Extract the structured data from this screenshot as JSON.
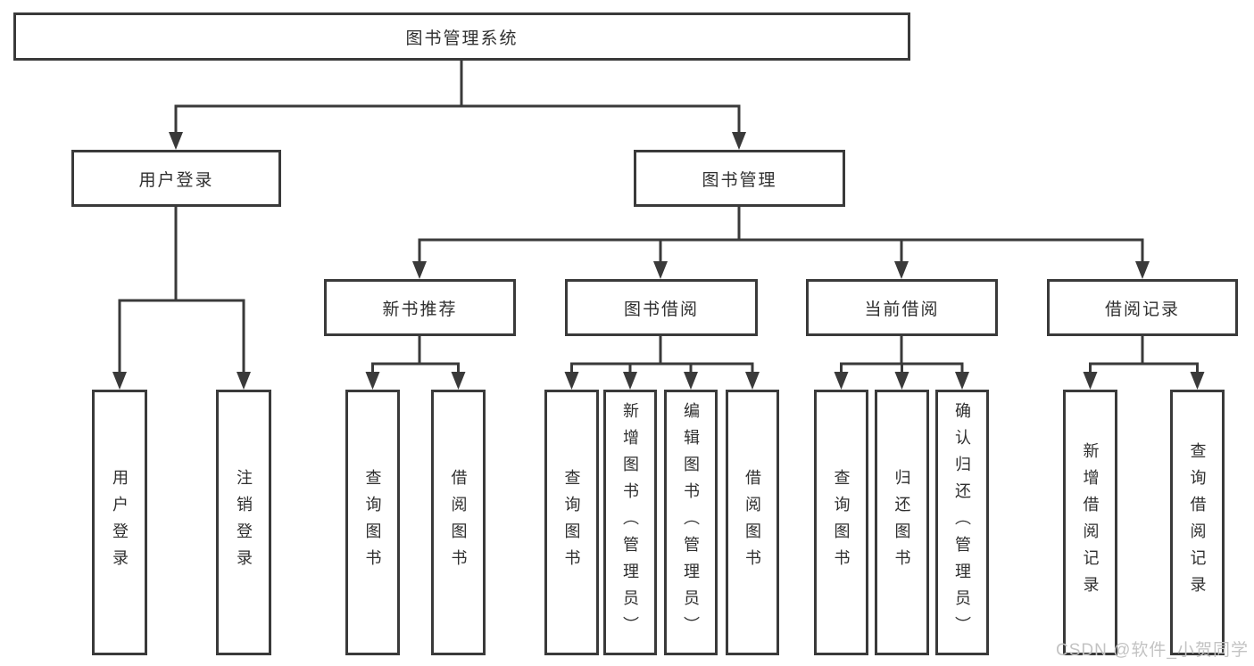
{
  "diagram": {
    "title": "图书管理系统",
    "root": {
      "label": "图书管理系统"
    },
    "level2": [
      {
        "label": "用户登录"
      },
      {
        "label": "图书管理"
      }
    ],
    "level3": [
      {
        "label": "新书推荐"
      },
      {
        "label": "图书借阅"
      },
      {
        "label": "当前借阅"
      },
      {
        "label": "借阅记录"
      }
    ],
    "leaves": [
      {
        "label": "用户登录",
        "parent": "用户登录"
      },
      {
        "label": "注销登录",
        "parent": "用户登录"
      },
      {
        "label": "查询图书",
        "parent": "新书推荐"
      },
      {
        "label": "借阅图书",
        "parent": "新书推荐"
      },
      {
        "label": "查询图书",
        "parent": "图书借阅"
      },
      {
        "label": "新增图书（管理员）",
        "parent": "图书借阅"
      },
      {
        "label": "编辑图书（管理员）",
        "parent": "图书借阅"
      },
      {
        "label": "借阅图书",
        "parent": "图书借阅"
      },
      {
        "label": "查询图书",
        "parent": "当前借阅"
      },
      {
        "label": "归还图书",
        "parent": "当前借阅"
      },
      {
        "label": "确认归还（管理员）",
        "parent": "当前借阅"
      },
      {
        "label": "新增借阅记录",
        "parent": "借阅记录"
      },
      {
        "label": "查询借阅记录",
        "parent": "借阅记录"
      }
    ],
    "colors": {
      "line": "#3a3a3a",
      "text": "#2f2f2f",
      "box_background": "#ffffff",
      "watermark": "#c3c3c3"
    }
  },
  "watermark": {
    "text": "CSDN @软件_小贺同学"
  }
}
